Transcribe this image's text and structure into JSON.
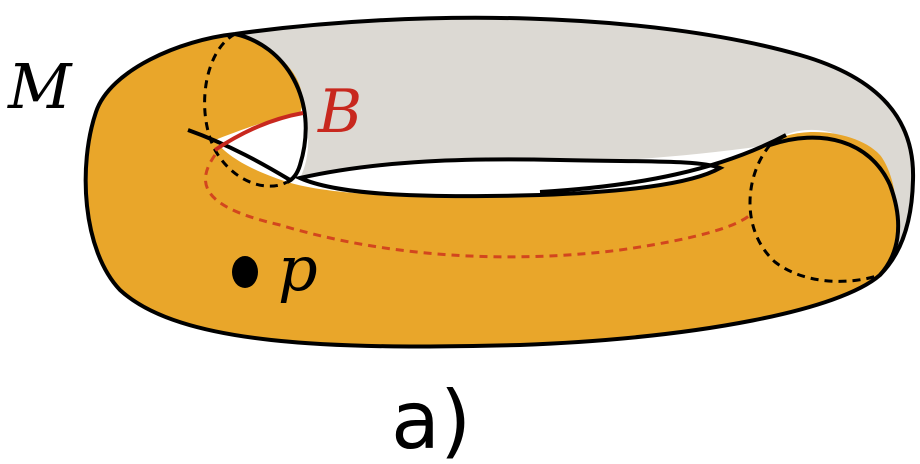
{
  "labels": {
    "manifold": "M",
    "curve": "B",
    "point": "p",
    "panel": "a)"
  },
  "colors": {
    "surface": "#E9A62A",
    "inner_surface": "#DCD9D3",
    "outline": "#000000",
    "curve": "#C8281E",
    "hidden_curve": "#D2461E",
    "point": "#000000",
    "background": "#FFFFFF"
  }
}
